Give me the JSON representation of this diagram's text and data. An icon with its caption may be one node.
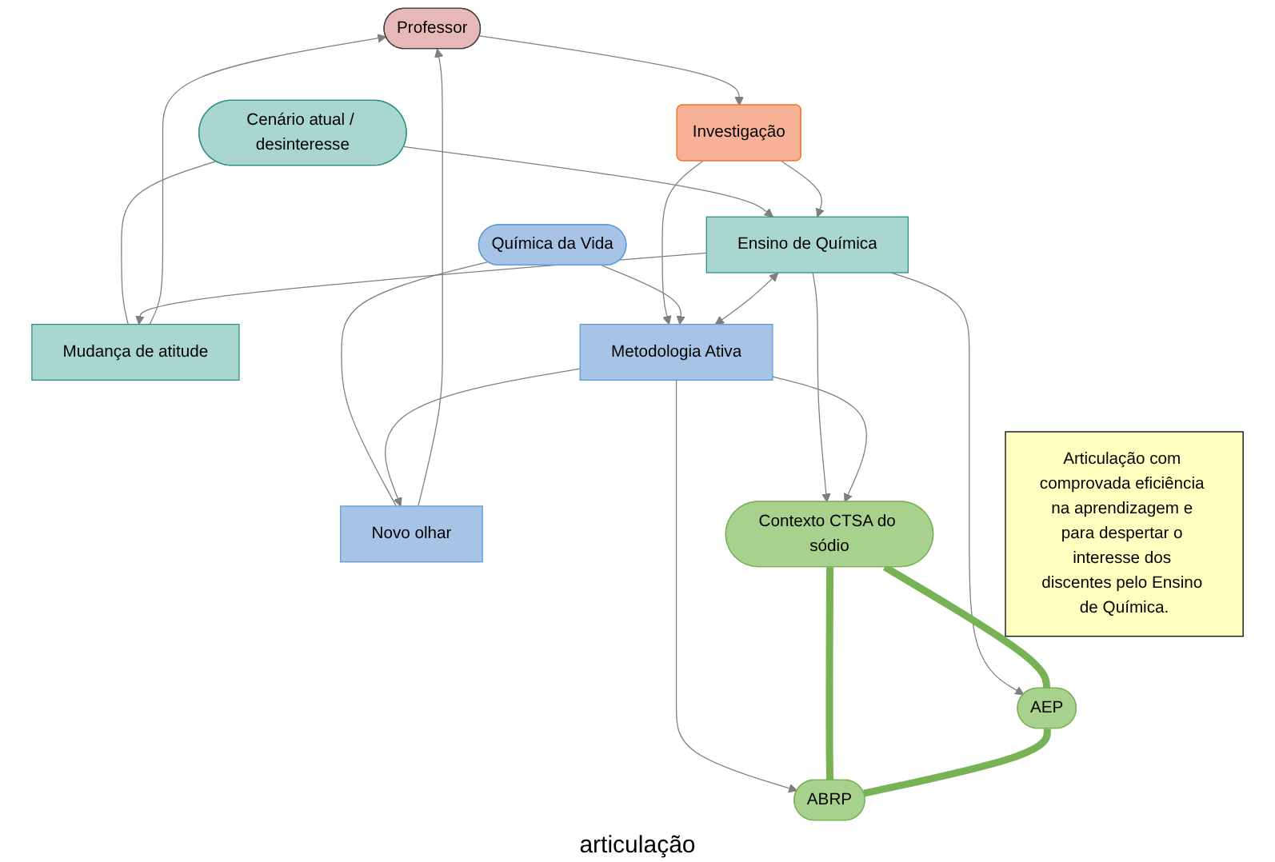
{
  "diagram": {
    "nodes": [
      {
        "text": [
          "Professor"
        ]
      },
      {
        "text": [
          "Cenário atual / desinteresse"
        ]
      },
      {
        "text": [
          "Mudança de atitude"
        ]
      },
      {
        "text": [
          "Novo olhar"
        ]
      },
      {
        "text": [
          "Química da Vida"
        ]
      },
      {
        "text": [
          "Investigação"
        ]
      },
      {
        "text": [
          "Ensino de Química"
        ]
      },
      {
        "text": [
          "Metodologia Ativa"
        ]
      },
      {
        "text": [
          "Articulação com comprovada eficiência na aprendizagem e para despertar o interesse dos discentes pelo Ensino de Química."
        ]
      },
      {
        "text": [
          "Contexto CTSA do sódio"
        ]
      },
      {
        "text": [
          "AEP"
        ]
      },
      {
        "text": [
          "ABRP"
        ]
      }
    ],
    "edges": [
      {
        "from": 1,
        "to": 2,
        "arrow": "none"
      },
      {
        "from": 2,
        "to": 0,
        "arrow": "to"
      },
      {
        "from": 3,
        "to": 0,
        "arrow": "to"
      },
      {
        "from": 4,
        "to": 3,
        "arrow": "none"
      },
      {
        "from": 0,
        "to": 5,
        "arrow": "to"
      },
      {
        "from": 1,
        "to": 6,
        "arrow": "to"
      },
      {
        "from": 6,
        "to": 2,
        "arrow": "to"
      },
      {
        "from": 5,
        "to": 6,
        "arrow": "to"
      },
      {
        "from": 5,
        "to": 7,
        "arrow": "to"
      },
      {
        "from": 7,
        "to": 3,
        "arrow": "to"
      },
      {
        "from": 4,
        "to": 7,
        "arrow": "to"
      },
      {
        "from": 6,
        "to": 7,
        "arrow": "both"
      },
      {
        "from": 6,
        "to": 9,
        "arrow": "to"
      },
      {
        "from": 6,
        "to": 10,
        "arrow": "to"
      },
      {
        "from": 7,
        "to": 9,
        "arrow": "to"
      },
      {
        "from": 7,
        "to": 11,
        "arrow": "to"
      },
      {
        "from": 9,
        "to": 10,
        "arrow": "none",
        "style": "thick",
        "color": "#77b255"
      },
      {
        "from": 9,
        "to": 11,
        "arrow": "none",
        "style": "thick",
        "color": "#77b255"
      },
      {
        "from": 10,
        "to": 11,
        "arrow": "none",
        "style": "thick",
        "color": "#77b255"
      }
    ],
    "labels": [
      "articulação"
    ]
  }
}
